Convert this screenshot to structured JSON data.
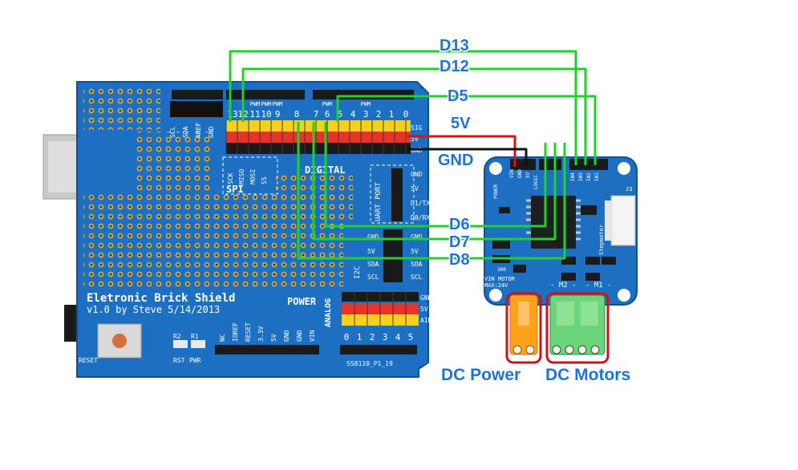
{
  "shield": {
    "title": "Eletronic Brick Shield",
    "version": "v1.0 by Steve 5/14/2013",
    "reset_label": "RESET",
    "digital_label": "DIGITAL",
    "power_label": "POWER",
    "analog_label": "ANALOG",
    "spi_label": "SPI",
    "i2c_label": "I2C",
    "uart_label": "UART PORT",
    "sig_label": "SIG",
    "v5_label": "5V",
    "gnd_label": "GND",
    "ain_label": "AIN",
    "digital_pins": [
      "13",
      "12",
      "11",
      "10",
      "9",
      "8",
      "7",
      "6",
      "5",
      "4",
      "3",
      "2",
      "1",
      "0"
    ],
    "pwm_label": "PWM",
    "top_pins": [
      "SCL",
      "SDA",
      "AREF",
      "GND"
    ],
    "spi_pins": [
      "SCK",
      "MISO",
      "MOSI",
      "SS"
    ],
    "uart_pins": [
      "GND",
      "5V",
      "D1/TX",
      "D0/RX"
    ],
    "i2c_pins": [
      "GND",
      "5V",
      "SDA",
      "SCL"
    ],
    "power_pins": [
      "NC",
      "IOREF",
      "RESET",
      "3.3V",
      "5V",
      "GND",
      "GND",
      "VIN"
    ],
    "analog_pins": [
      "0",
      "1",
      "2",
      "3",
      "4",
      "5"
    ],
    "r2_label": "R2",
    "r1_label": "R1",
    "rst_label": "RST",
    "pwr_label": "PWR",
    "part_number": "SS8110_P1_19"
  },
  "driver": {
    "top_labels": [
      "VIN",
      "GND",
      "5V",
      "IN4",
      "IN3",
      "IN2",
      "IN1"
    ],
    "logic_label": "LOGIC",
    "power_label": "POWER",
    "stepmotor_label": "Stepmotor",
    "vin_motor_label": "VIN MOTOR",
    "max_label": "MAX:24V",
    "m2_label": "- M2 -",
    "m1_label": "- M1 -",
    "j3_label": "J3",
    "r300_label": "300"
  },
  "wires": {
    "d13": "D13",
    "d12": "D12",
    "d5": "D5",
    "v5": "5V",
    "gnd": "GND",
    "d6": "D6",
    "d7": "D7",
    "d8": "D8"
  },
  "captions": {
    "dc_power": "DC Power",
    "dc_motors": "DC Motors"
  },
  "colors": {
    "pcb": "#1d6fc2",
    "wire_signal": "#1fd12a",
    "wire_power": "#e01010",
    "wire_ground": "#111111",
    "label": "#1e73d8",
    "highlight": "#c8141e",
    "terminal_orange": "#ffa21a",
    "terminal_green": "#6cd47a"
  }
}
